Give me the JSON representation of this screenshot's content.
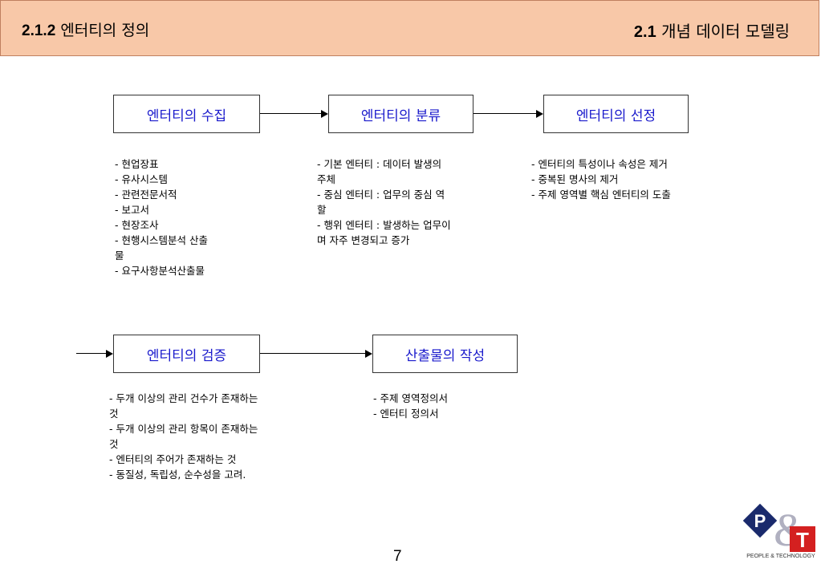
{
  "header": {
    "left_number": "2.1.2",
    "left_title": "엔터티의 정의",
    "right_number": "2.1",
    "right_title": "개념 데이터 모델링"
  },
  "flow": {
    "step1": {
      "label": "엔터티의 수집",
      "notes": [
        "- 현업장표",
        "- 유사시스템",
        "- 관련전문서적",
        "- 보고서",
        "- 현장조사",
        "- 현행시스템분석 산출\n물",
        "- 요구사항분석산출물"
      ]
    },
    "step2": {
      "label": "엔터티의 분류",
      "notes": [
        "- 기본 엔터티 : 데이터 발생의\n주체",
        "- 중심 엔터티 : 업무의 중심 역\n할",
        "- 행위 엔터티 : 발생하는 업무이\n며 자주 변경되고 증가"
      ]
    },
    "step3": {
      "label": "엔터티의 선정",
      "notes": [
        "- 엔터티의 특성이나 속성은 제거",
        "- 중복된 명사의 제거",
        "- 주제 영역별 핵심 엔터티의 도출"
      ]
    },
    "step4": {
      "label": "엔터티의 검증",
      "notes": [
        "- 두개 이상의 관리 건수가 존재하는\n것",
        "- 두개 이상의 관리 항목이 존재하는\n것",
        "- 엔터티의 주어가 존재하는 것",
        "- 동질성, 독립성, 순수성을 고려."
      ]
    },
    "step5": {
      "label": "산출물의 작성",
      "notes": [
        "- 주제 영역정의서",
        "- 엔터티 정의서"
      ]
    }
  },
  "page_number": "7",
  "logo": {
    "letter_p": "P",
    "letter_amp": "&",
    "letter_t": "T",
    "caption": "PEOPLE & TECHNOLOGY",
    "colors": {
      "p_bg": "#1a2a6c",
      "t_bg": "#d42020",
      "amp": "#b0b0c0"
    }
  },
  "colors": {
    "header_bg": "#f8c8a8",
    "box_text": "#1a1acc"
  }
}
